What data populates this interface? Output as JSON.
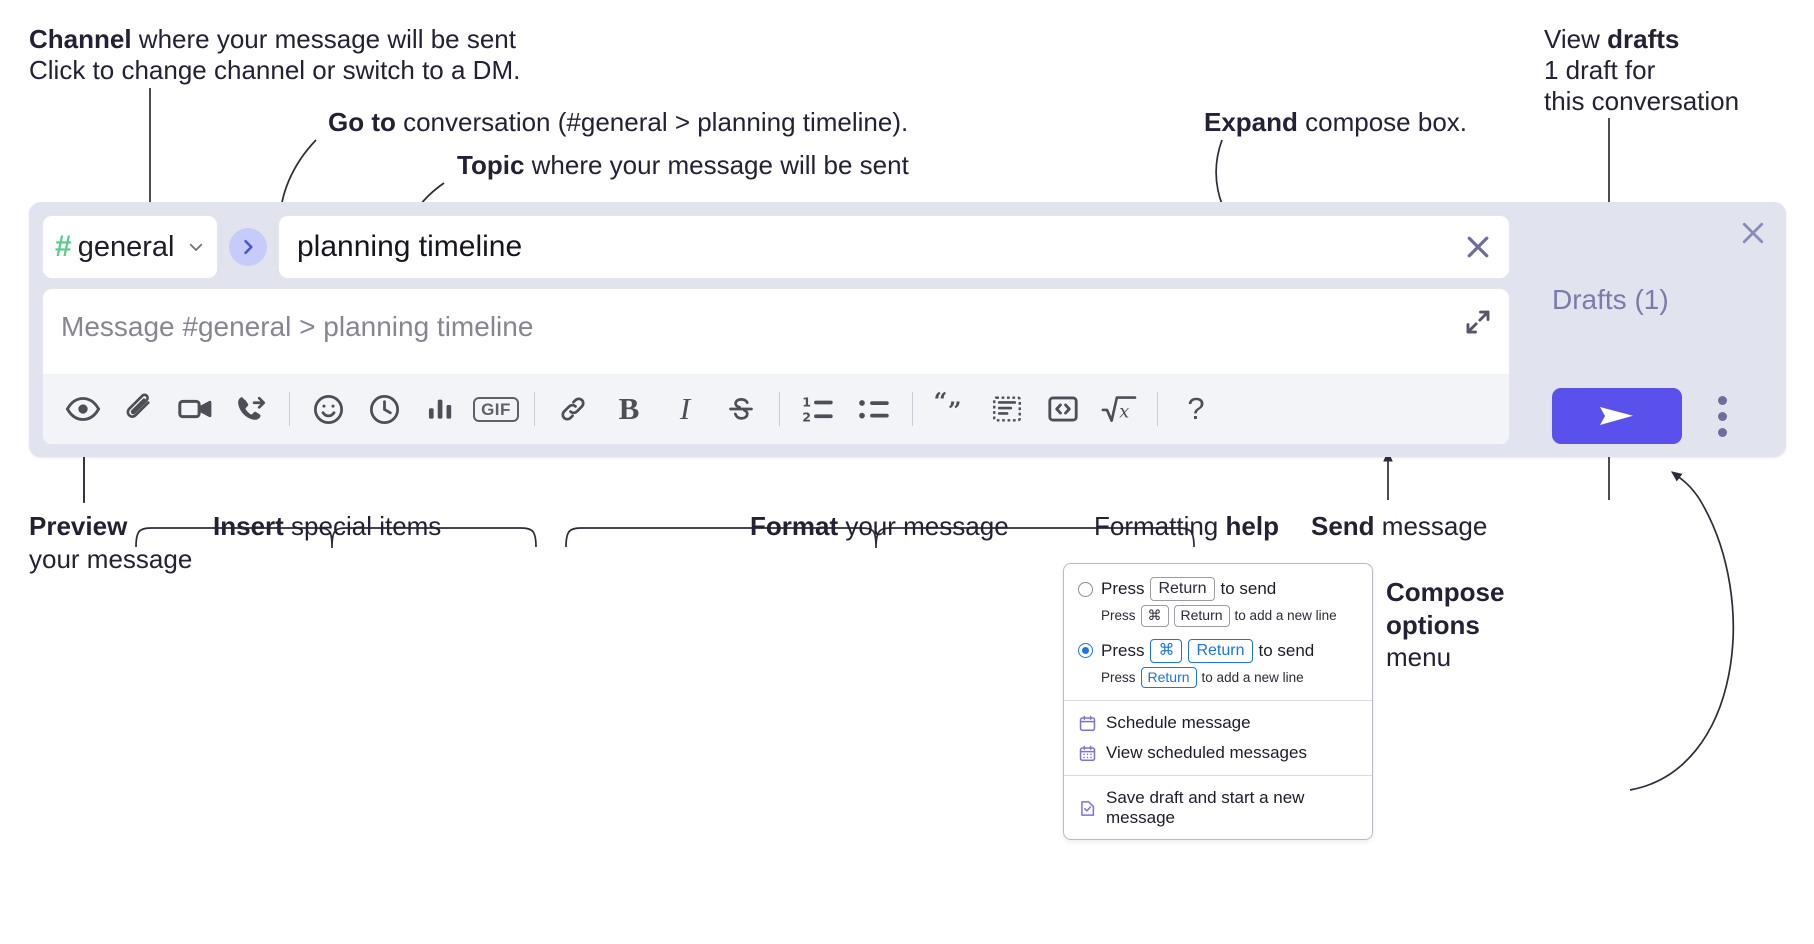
{
  "annotations": {
    "channel": {
      "bold": "Channel",
      "rest": " where your message will be sent",
      "italic": "Click to change channel or switch to a DM."
    },
    "goto": {
      "bold": "Go to",
      "rest": " conversation (#general > planning timeline)."
    },
    "topic": {
      "bold": "Topic",
      "rest": " where your message will be sent"
    },
    "expand": {
      "bold": "Expand",
      "rest": " compose box."
    },
    "drafts": {
      "plain": "View ",
      "bold": "drafts",
      "italic1": "1 draft for",
      "italic2": "this conversation"
    },
    "preview": {
      "bold": "Preview",
      "rest": "your message"
    },
    "insert": {
      "bold": "Insert",
      "rest": " special items"
    },
    "format": {
      "bold": "Format",
      "rest": " your message"
    },
    "help": {
      "plain": "Formatting ",
      "bold": "help"
    },
    "send": {
      "bold": "Send",
      "rest": " message"
    },
    "compose_options": {
      "bold1": "Compose",
      "bold2": "options",
      "rest": "menu"
    }
  },
  "compose": {
    "channel": {
      "name": "general",
      "hash": "#",
      "icon": "hash-icon",
      "chevron": "chevron-down-icon"
    },
    "goto_button": {
      "icon": "chevron-right-icon"
    },
    "topic": {
      "value": "planning timeline",
      "clear_icon": "close-icon"
    },
    "message": {
      "placeholder": "Message #general > planning timeline",
      "value": "",
      "expand_icon": "expand-diagonal-icon"
    },
    "toolbar": [
      {
        "name": "preview",
        "icon": "eye-icon",
        "label": "Preview"
      },
      {
        "name": "attach",
        "icon": "paperclip-icon",
        "label": "Attach file"
      },
      {
        "name": "video",
        "icon": "video-camera-icon",
        "label": "Record video clip"
      },
      {
        "name": "call",
        "icon": "phone-forward-icon",
        "label": "Call"
      },
      {
        "name": "separator-1",
        "icon": "separator"
      },
      {
        "name": "emoji",
        "icon": "smiley-icon",
        "label": "Emoji"
      },
      {
        "name": "reminder",
        "icon": "clock-icon",
        "label": "Reminder"
      },
      {
        "name": "poll",
        "icon": "bar-chart-icon",
        "label": "Poll"
      },
      {
        "name": "gif",
        "icon": "gif-icon",
        "label": "GIF"
      },
      {
        "name": "separator-2",
        "icon": "separator"
      },
      {
        "name": "link",
        "icon": "link-icon",
        "label": "Link"
      },
      {
        "name": "bold",
        "icon": "bold-icon",
        "label": "B"
      },
      {
        "name": "italic",
        "icon": "italic-icon",
        "label": "I"
      },
      {
        "name": "strikethrough",
        "icon": "strikethrough-icon",
        "label": "S"
      },
      {
        "name": "separator-3",
        "icon": "separator"
      },
      {
        "name": "ordered-list",
        "icon": "ordered-list-icon",
        "label": "Numbered list"
      },
      {
        "name": "bulleted-list",
        "icon": "bulleted-list-icon",
        "label": "Bulleted list"
      },
      {
        "name": "separator-4",
        "icon": "separator"
      },
      {
        "name": "blockquote",
        "icon": "quote-icon",
        "label": "Blockquote"
      },
      {
        "name": "code-block",
        "icon": "code-block-icon",
        "label": "Code block"
      },
      {
        "name": "inline-code",
        "icon": "code-icon",
        "label": "Code"
      },
      {
        "name": "math",
        "icon": "square-root-icon",
        "label": "Math"
      },
      {
        "name": "separator-5",
        "icon": "separator"
      },
      {
        "name": "formatting-help",
        "icon": "question-mark-icon",
        "label": "?"
      }
    ],
    "drafts_label": "Drafts (1)",
    "send_button": {
      "icon": "send-paper-plane-icon",
      "label": "Send"
    },
    "overflow_button": {
      "icon": "kebab-menu-icon",
      "label": "Compose options"
    },
    "close_button": {
      "icon": "close-icon",
      "label": "Close"
    }
  },
  "options_menu": {
    "radio_options": [
      {
        "selected": false,
        "main_prefix": "Press",
        "main_keys": [
          "Return"
        ],
        "main_suffix": "to send",
        "sub_prefix": "Press",
        "sub_keys": [
          "⌘",
          "Return"
        ],
        "sub_suffix": "to add a new line"
      },
      {
        "selected": true,
        "main_prefix": "Press",
        "main_keys": [
          "⌘",
          "Return"
        ],
        "main_suffix": "to send",
        "sub_prefix": "Press",
        "sub_keys": [
          "Return"
        ],
        "sub_suffix": "to add a new line"
      }
    ],
    "items": [
      {
        "label": "Schedule message",
        "icon": "calendar-icon"
      },
      {
        "label": "View scheduled messages",
        "icon": "calendar-grid-icon"
      },
      {
        "label": "Save draft and start a new message",
        "icon": "document-check-icon"
      }
    ]
  },
  "colors": {
    "panel_bg": "#e1e3ef",
    "send_button": "#5a51ed",
    "hash_green": "#5cca8d",
    "goto_bubble": "#c6cbfa",
    "drafts_text": "#7a7ba8",
    "radio_blue": "#1a73e8",
    "menu_icon_purple": "#7b72e0",
    "text": "#232235"
  }
}
